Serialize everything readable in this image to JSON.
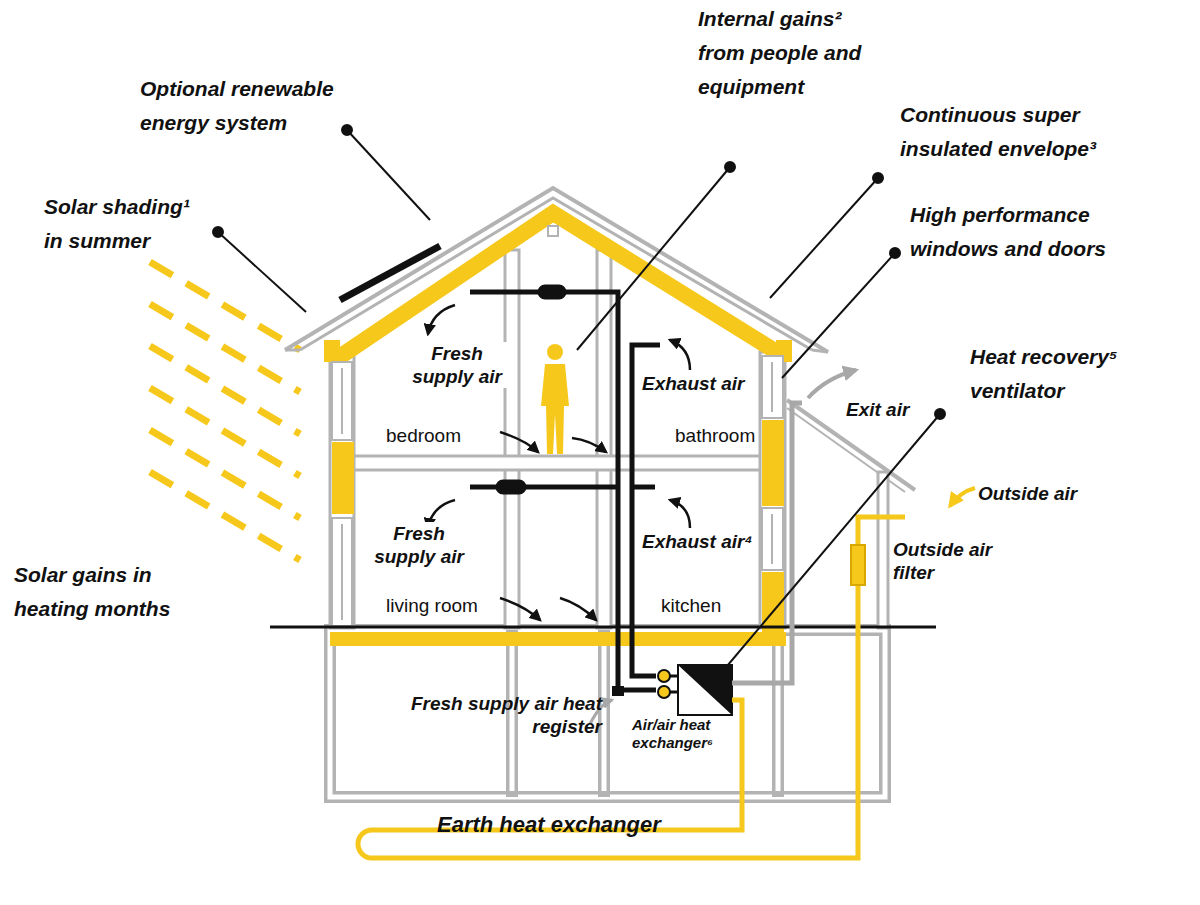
{
  "diagram": {
    "labels": [
      "Optional renewable energy system",
      "Internal gains² from people and equipment",
      "Continuous super insulated envelope³",
      "High performance windows and doors",
      "Solar shading¹ in summer",
      "Heat recovery⁵ ventilator",
      "Solar gains in heating months",
      "Fresh supply air",
      "bedroom",
      "Exhaust air",
      "bathroom",
      "Exit air",
      "Outside air",
      "Fresh supply air",
      "Exhaust air⁴",
      "Outside air filter",
      "living room",
      "kitchen",
      "Fresh supply air heat register",
      "Air/air heat exchanger⁶",
      "Earth heat exchanger"
    ]
  }
}
